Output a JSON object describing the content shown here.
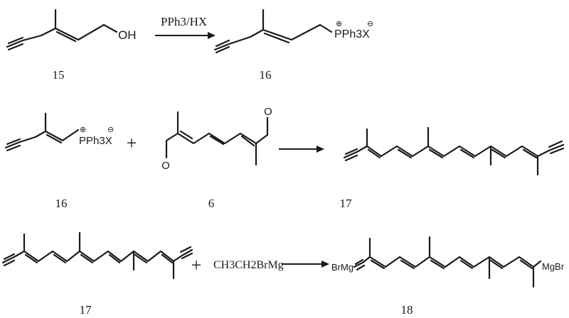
{
  "row1": {
    "reactant": {
      "number": "15",
      "group": "OH"
    },
    "reagent": "PPh3/HX",
    "product": {
      "number": "16",
      "group": "PPh3X"
    }
  },
  "row2": {
    "reactant_a": {
      "number": "16",
      "group": "PPh3X"
    },
    "plus": "+",
    "reactant_b": {
      "number": "6",
      "oxygen_top": "O",
      "oxygen_bottom": "O"
    },
    "product": {
      "number": "17"
    }
  },
  "row3": {
    "reactant": {
      "number": "17"
    },
    "plus": "+",
    "reagent": "CH3CH2BrMg",
    "product": {
      "number": "18",
      "left_group": "BrMg",
      "right_group": "MgBr"
    }
  },
  "colors": {
    "ink": "#1a1a1a",
    "background": "#ffffff"
  }
}
